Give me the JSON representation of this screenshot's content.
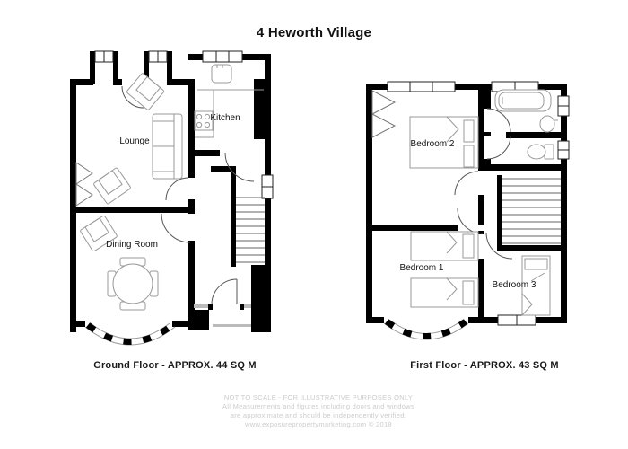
{
  "title": "4 Heworth Village",
  "ground_floor": {
    "caption": "Ground Floor -   APPROX. 44 SQ M",
    "rooms": {
      "lounge": "Lounge",
      "kitchen": "Kitchen",
      "dining": "Dining Room"
    }
  },
  "first_floor": {
    "caption": "First Floor -   APPROX. 43 SQ M",
    "rooms": {
      "bedroom2": "Bedroom 2",
      "bedroom1": "Bedroom 1",
      "bedroom3": "Bedroom 3"
    }
  },
  "watermark": {
    "line1": "NOT TO SCALE - FOR ILLUSTRATIVE PURPOSES ONLY",
    "line2": "All Measurements and figures including doors and windows",
    "line3": "are approximate and should be independently verified.",
    "line4": "www.exposurepropertymarketing.com © 2018"
  },
  "colors": {
    "wall": "#000000",
    "furniture": "#999999",
    "watermark": "#cccccc"
  }
}
